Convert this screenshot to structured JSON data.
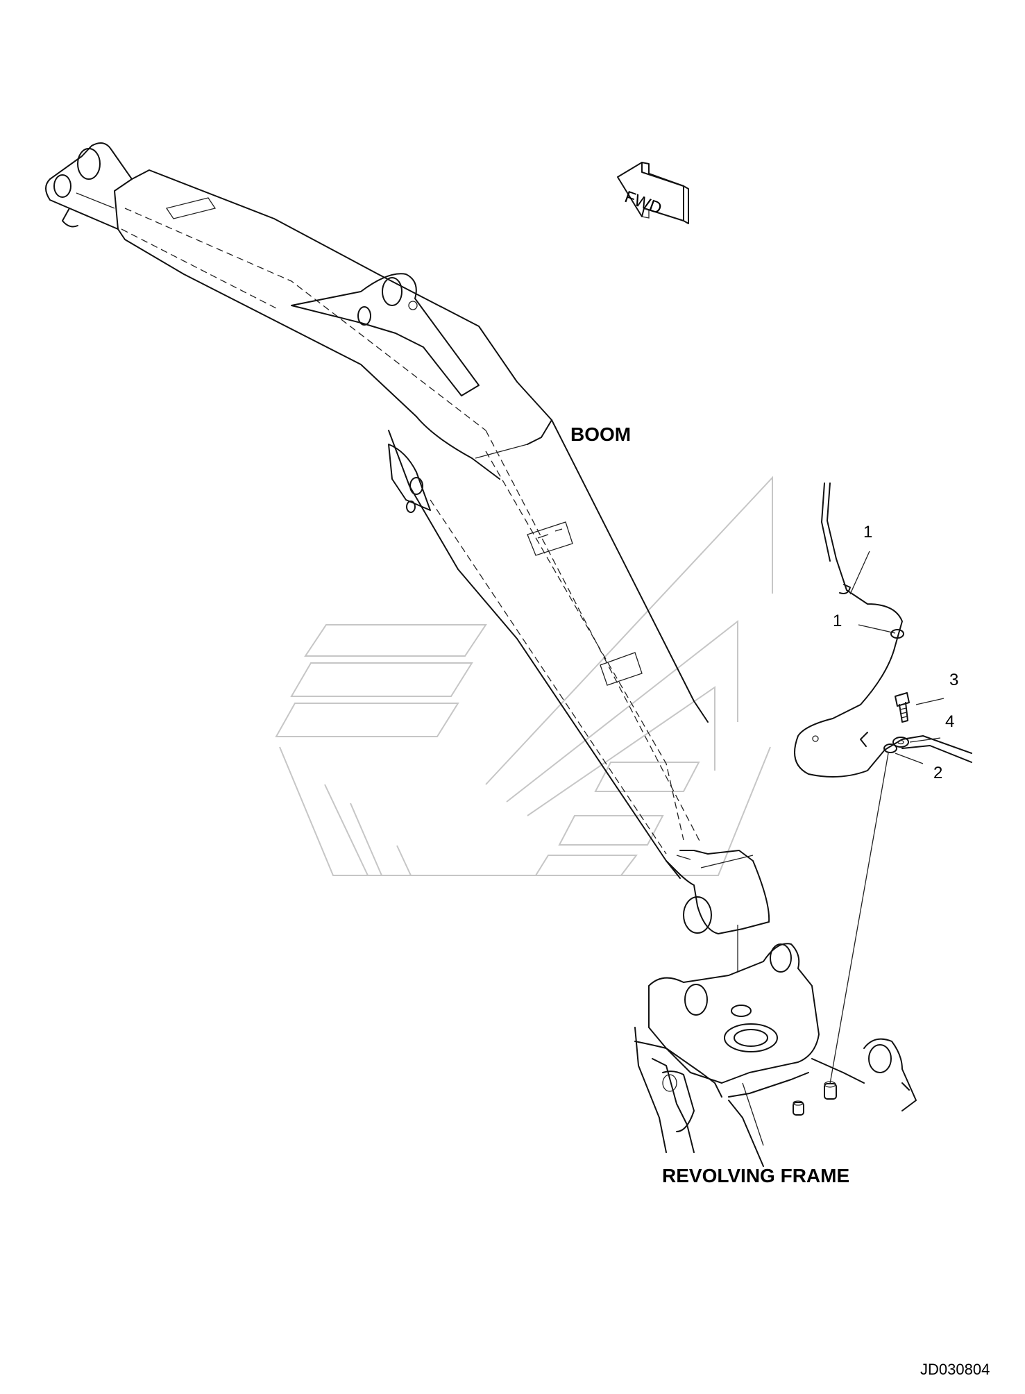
{
  "labels": {
    "boom": "BOOM",
    "revolving_frame": "REVOLVING FRAME",
    "fwd": "FWD",
    "drawing_code": "JD030804"
  },
  "callouts": [
    "1",
    "1",
    "3",
    "4",
    "2"
  ],
  "colors": {
    "line": "#111111",
    "watermark": "#c6c6c6",
    "background": "#ffffff"
  }
}
